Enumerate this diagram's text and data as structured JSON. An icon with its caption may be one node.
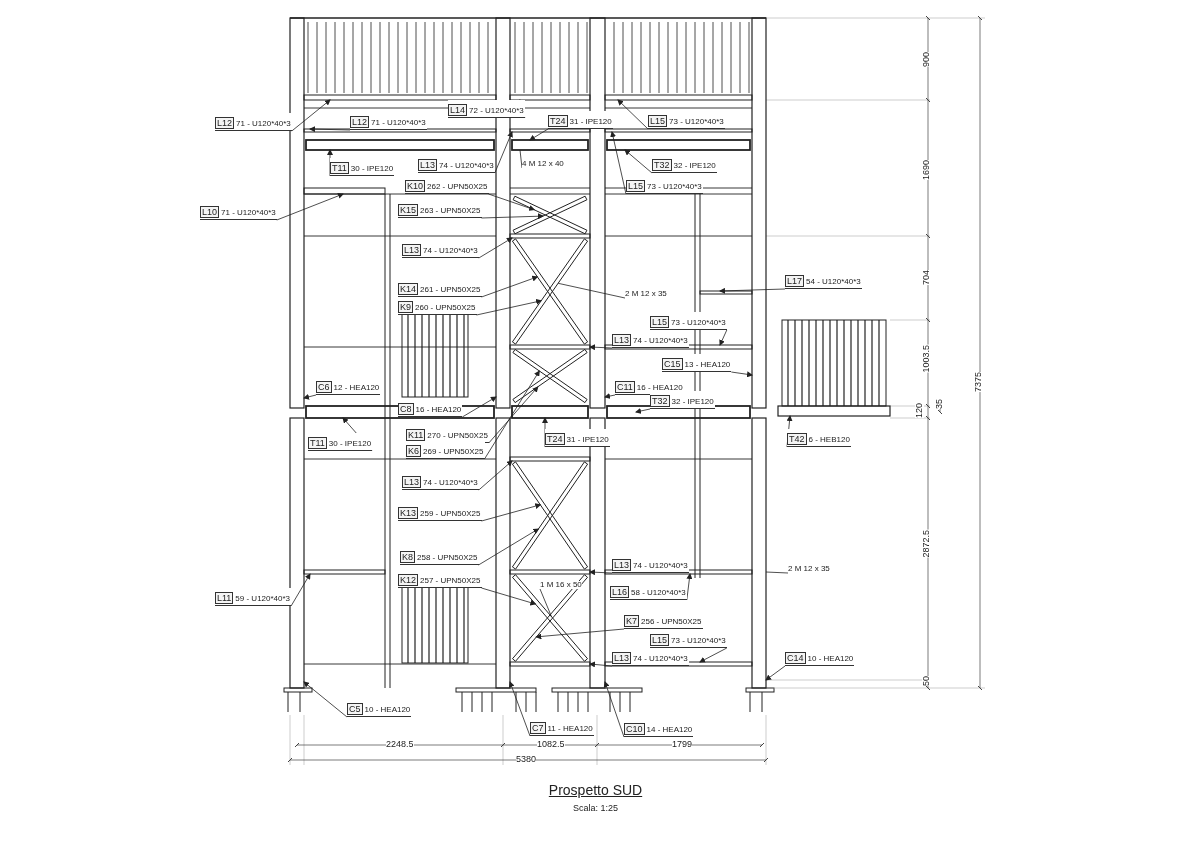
{
  "diagram": {
    "title": "Prospetto SUD",
    "caption": "Scala: 1:25",
    "nodes": [
      {
        "text": [
          "L12",
          "71 - U120*40*3"
        ]
      },
      {
        "text": [
          "L12",
          "71 - U120*40*3"
        ]
      },
      {
        "text": [
          "L14",
          "72 - U120*40*3"
        ]
      },
      {
        "text": [
          "T24",
          "31 - IPE120"
        ]
      },
      {
        "text": [
          "L15",
          "73 - U120*40*3"
        ]
      },
      {
        "text": [
          "T11",
          "30 - IPE120"
        ]
      },
      {
        "text": [
          "L13",
          "74 - U120*40*3"
        ]
      },
      {
        "text": [
          "4 M 12 x 40"
        ]
      },
      {
        "text": [
          "T32",
          "32 - IPE120"
        ]
      },
      {
        "text": [
          "L15",
          "73 - U120*40*3"
        ]
      },
      {
        "text": [
          "K10",
          "262 - UPN50X25"
        ]
      },
      {
        "text": [
          "L10",
          "71 - U120*40*3"
        ]
      },
      {
        "text": [
          "K15",
          "263 - UPN50X25"
        ]
      },
      {
        "text": [
          "L13",
          "74 - U120*40*3"
        ]
      },
      {
        "text": [
          "K14",
          "261 - UPN50X25"
        ]
      },
      {
        "text": [
          "K9",
          "260 - UPN50X25"
        ]
      },
      {
        "text": [
          "L17",
          "54 - U120*40*3"
        ]
      },
      {
        "text": [
          "2 M 12 x 35"
        ]
      },
      {
        "text": [
          "L13",
          "74 - U120*40*3"
        ]
      },
      {
        "text": [
          "L15",
          "73 - U120*40*3"
        ]
      },
      {
        "text": [
          "C15",
          "13 - HEA120"
        ]
      },
      {
        "text": [
          "C6",
          "12 - HEA120"
        ]
      },
      {
        "text": [
          "C11",
          "16 - HEA120"
        ]
      },
      {
        "text": [
          "C8",
          "16 - HEA120"
        ]
      },
      {
        "text": [
          "T32",
          "32 - IPE120"
        ]
      },
      {
        "text": [
          "T11",
          "30 - IPE120"
        ]
      },
      {
        "text": [
          "K11",
          "270 - UPN50X25"
        ]
      },
      {
        "text": [
          "T24",
          "31 - IPE120"
        ]
      },
      {
        "text": [
          "T42",
          "6 - HEB120"
        ]
      },
      {
        "text": [
          "K6",
          "269 - UPN50X25"
        ]
      },
      {
        "text": [
          "L13",
          "74 - U120*40*3"
        ]
      },
      {
        "text": [
          "K13",
          "259 - UPN50X25"
        ]
      },
      {
        "text": [
          "K8",
          "258 - UPN50X25"
        ]
      },
      {
        "text": [
          "L13",
          "74 - U120*40*3"
        ]
      },
      {
        "text": [
          "K12",
          "257 - UPN50X25"
        ]
      },
      {
        "text": [
          "1 M 16 x 50"
        ]
      },
      {
        "text": [
          "L11",
          "59 - U120*40*3"
        ]
      },
      {
        "text": [
          "L16",
          "58 - U120*40*3"
        ]
      },
      {
        "text": [
          "2 M 12 x 35"
        ]
      },
      {
        "text": [
          "K7",
          "256 - UPN50X25"
        ]
      },
      {
        "text": [
          "L15",
          "73 - U120*40*3"
        ]
      },
      {
        "text": [
          "L13",
          "74 - U120*40*3"
        ]
      },
      {
        "text": [
          "C14",
          "10 - HEA120"
        ]
      },
      {
        "text": [
          "C5",
          "10 - HEA120"
        ]
      },
      {
        "text": [
          "C7",
          "11 - HEA120"
        ]
      },
      {
        "text": [
          "C10",
          "14 - HEA120"
        ]
      },
      {
        "text": [],
        "shape": "bar"
      },
      {
        "text": [],
        "shape": "bar"
      },
      {
        "text": [],
        "shape": "bar"
      },
      {
        "text": [],
        "shape": "bar"
      },
      {
        "text": [],
        "shape": "bar"
      },
      {
        "text": [],
        "shape": "bar"
      },
      {
        "text": [],
        "shape": "bar"
      },
      {
        "text": [],
        "shape": "bar"
      },
      {
        "text": [],
        "shape": "bar"
      },
      {
        "text": [],
        "shape": "bar"
      },
      {
        "text": [],
        "shape": "bar"
      },
      {
        "text": [],
        "shape": "bar"
      },
      {
        "text": [],
        "shape": "bar"
      },
      {
        "text": [],
        "shape": "bar"
      },
      {
        "text": [],
        "shape": "bar"
      },
      {
        "text": [],
        "shape": "bar"
      },
      {
        "text": [],
        "shape": "bar"
      },
      {
        "text": [],
        "shape": "bar"
      },
      {
        "text": [],
        "shape": "bar"
      },
      {
        "text": [],
        "shape": "bar"
      },
      {
        "text": [],
        "shape": "bar"
      },
      {
        "text": [],
        "shape": "bar"
      },
      {
        "text": [],
        "shape": "bar"
      },
      {
        "text": [],
        "shape": "bar"
      },
      {
        "text": [],
        "shape": "bar"
      },
      {
        "text": [],
        "shape": "bar"
      },
      {
        "text": [],
        "shape": "bar"
      },
      {
        "text": [],
        "shape": "bar"
      },
      {
        "text": [],
        "shape": "bar"
      },
      {
        "text": [],
        "shape": "bar"
      },
      {
        "text": [],
        "shape": "bar"
      },
      {
        "text": [],
        "shape": "bar"
      },
      {
        "text": [],
        "shape": "bar"
      },
      {
        "text": [],
        "shape": "bar"
      },
      {
        "text": [],
        "shape": "bar"
      },
      {
        "text": [],
        "shape": "bar"
      },
      {
        "text": [],
        "shape": "bar"
      },
      {
        "text": [],
        "shape": "bar"
      },
      {
        "text": [],
        "shape": "bar"
      },
      {
        "text": [],
        "shape": "bar"
      },
      {
        "text": [],
        "shape": "bar"
      },
      {
        "text": [],
        "shape": "bar"
      }
    ],
    "edges": [
      {
        "from": 0,
        "to": 50,
        "arrow": "to"
      },
      {
        "from": 1,
        "to": 53,
        "arrow": "to"
      },
      {
        "from": 2,
        "to": 51,
        "arrow": "to"
      },
      {
        "from": 3,
        "to": 57,
        "arrow": "to"
      },
      {
        "from": 4,
        "to": 52,
        "arrow": "to"
      },
      {
        "from": 5,
        "to": 56,
        "arrow": "to"
      },
      {
        "from": 6,
        "to": 54,
        "arrow": "to"
      },
      {
        "from": 7,
        "to": 57,
        "arrow": "none"
      },
      {
        "from": 8,
        "to": 58,
        "arrow": "to"
      },
      {
        "from": 9,
        "to": 55,
        "arrow": "to"
      },
      {
        "from": 10,
        "to": 60,
        "arrow": "to"
      },
      {
        "from": 11,
        "to": 87,
        "arrow": "to"
      },
      {
        "from": 12,
        "to": 61,
        "arrow": "to"
      },
      {
        "from": 13,
        "to": 59,
        "arrow": "to"
      },
      {
        "from": 14,
        "to": 62,
        "arrow": "to"
      },
      {
        "from": 15,
        "to": 63,
        "arrow": "to"
      },
      {
        "from": 16,
        "to": 64,
        "arrow": "to"
      },
      {
        "from": 17,
        "to": 63,
        "arrow": "none"
      },
      {
        "from": 18,
        "to": 65,
        "arrow": "to"
      },
      {
        "from": 19,
        "to": 66,
        "arrow": "to"
      },
      {
        "from": 20,
        "to": 49,
        "arrow": "to"
      },
      {
        "from": 21,
        "to": 46,
        "arrow": "to"
      },
      {
        "from": 22,
        "to": 48,
        "arrow": "to"
      },
      {
        "from": 23,
        "to": 47,
        "arrow": "to"
      },
      {
        "from": 24,
        "to": 71,
        "arrow": "to"
      },
      {
        "from": 25,
        "to": 69,
        "arrow": "to"
      },
      {
        "from": 26,
        "to": 68,
        "arrow": "to"
      },
      {
        "from": 27,
        "to": 70,
        "arrow": "to"
      },
      {
        "from": 28,
        "to": 72,
        "arrow": "to"
      },
      {
        "from": 29,
        "to": 67,
        "arrow": "to"
      },
      {
        "from": 30,
        "to": 73,
        "arrow": "to"
      },
      {
        "from": 31,
        "to": 74,
        "arrow": "to"
      },
      {
        "from": 32,
        "to": 75,
        "arrow": "to"
      },
      {
        "from": 33,
        "to": 77,
        "arrow": "to"
      },
      {
        "from": 34,
        "to": 79,
        "arrow": "to"
      },
      {
        "from": 35,
        "to": 79,
        "arrow": "none"
      },
      {
        "from": 36,
        "to": 76,
        "arrow": "to"
      },
      {
        "from": 37,
        "to": 78,
        "arrow": "to"
      },
      {
        "from": 38,
        "to": 86,
        "arrow": "none"
      },
      {
        "from": 39,
        "to": 80,
        "arrow": "to"
      },
      {
        "from": 40,
        "to": 82,
        "arrow": "to"
      },
      {
        "from": 41,
        "to": 81,
        "arrow": "to"
      },
      {
        "from": 42,
        "to": 86,
        "arrow": "to"
      },
      {
        "from": 43,
        "to": 83,
        "arrow": "to"
      },
      {
        "from": 44,
        "to": 84,
        "arrow": "to"
      },
      {
        "from": 45,
        "to": 85,
        "arrow": "to"
      }
    ],
    "labels": [
      "900",
      "1690",
      "704",
      "1003.5",
      "120",
      "35",
      "2872.5",
      "50",
      "7375",
      "2248.5",
      "1082.5",
      "1799",
      "5380"
    ]
  }
}
